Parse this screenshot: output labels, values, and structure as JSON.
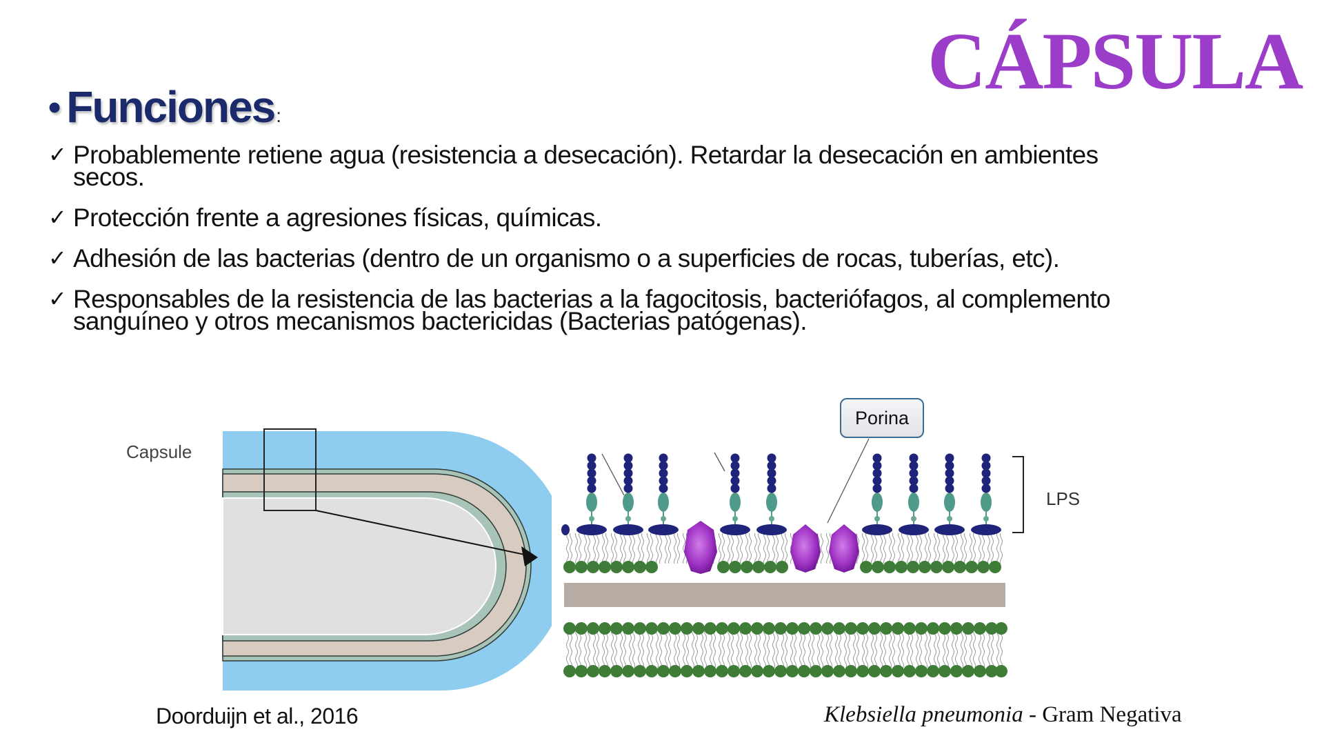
{
  "slide": {
    "title": "CÁPSULA",
    "heading": {
      "bullet": "•",
      "text": "Funciones",
      "colon": ":"
    },
    "bullets": [
      {
        "check": "✓",
        "text": "Probablemente retiene agua (resistencia a desecación).  Retardar la desecación en ambientes",
        "continuation": "secos."
      },
      {
        "check": "✓",
        "text": "Protección frente a agresiones físicas, químicas."
      },
      {
        "check": "✓",
        "text": "Adhesión de las bacterias (dentro de un organismo o a superficies de rocas, tuberías, etc)."
      },
      {
        "check": "✓",
        "text": "Responsables de la resistencia de las bacterias a la fagocitosis, bacteriófagos, al complemento",
        "continuation": "sanguíneo y otros mecanismos bactericidas (Bacterias patógenas)."
      }
    ],
    "diagram": {
      "capsule_label": "Capsule",
      "porin_label": "Porina",
      "lps_label": "LPS"
    },
    "captions": {
      "left": "Doorduijn et al., 2016",
      "right_italic": "Klebsiella pneumonia",
      "right_rest": " - Gram Negativa"
    },
    "colors": {
      "title": "#9b3dc8",
      "heading": "#1b2a6b",
      "capsule": "#8fcdf0",
      "peptidoglycan": "#d8ccc2",
      "membrane_line": "#8fb0a5",
      "cytoplasm": "#e0e0e0",
      "o_antigen": "#1f237a",
      "core": "#4f9a88",
      "lipid_a": "#1f237a",
      "porin": "#a336c7",
      "phospholipid_head": "#3e7c37",
      "pg_band": "#b7aca4"
    }
  }
}
